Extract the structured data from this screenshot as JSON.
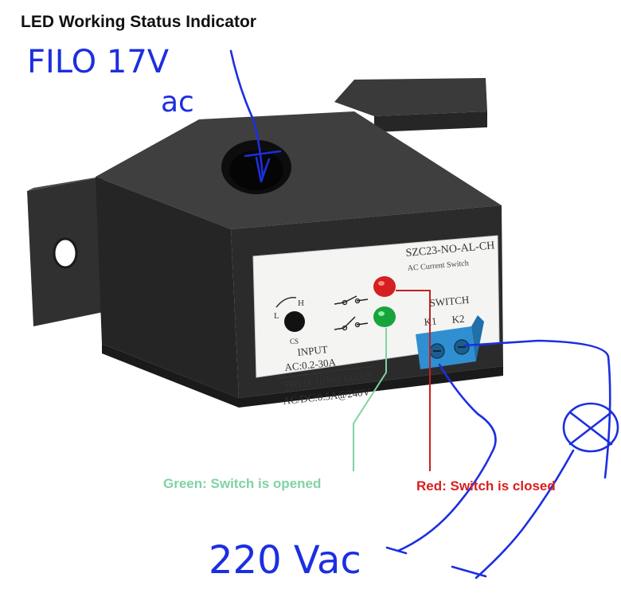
{
  "title": "LED Working Status Indicator",
  "device": {
    "model": "SZC23-NO-AL-CH",
    "subtitle": "AC Current Switch",
    "switch_label": "SWITCH",
    "k1": "K1",
    "k2": "K2",
    "knob_low": "L",
    "knob_high": "H",
    "knob_cs": "CS",
    "input_label": "INPUT",
    "input_range": "AC:0.2-30A",
    "load_label": "SWITCHING LOAD",
    "load_rating": "AC/DC:0.5A@240V"
  },
  "legend": {
    "green": "Green: Switch is opened",
    "red": "Red: Switch is closed"
  },
  "annotations": {
    "wire_label_line1": "FILO 17V",
    "wire_label_line2": "ac",
    "supply_label": "220 Vac"
  },
  "colors": {
    "body": "#2b2b2b",
    "terminal": "#2f8fd0",
    "led_red": "#d42020",
    "led_green": "#18a43c",
    "ink_blue": "#1c2fe0",
    "legend_green": "#7fd3a3",
    "legend_red": "#d81f1f"
  }
}
